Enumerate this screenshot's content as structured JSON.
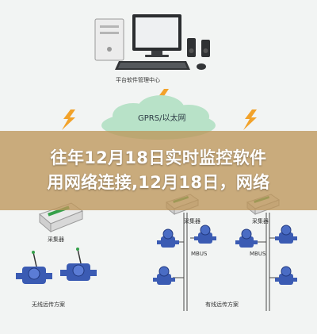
{
  "diagram": {
    "center_label": "平台软件管理中心",
    "cloud_label": "GPRS/以太网",
    "left_collector_label": "采集器",
    "right_collector_label_a": "采集器",
    "right_collector_label_b": "采集器",
    "mbus_label_a": "MBUS",
    "mbus_label_b": "MBUS",
    "wireless_scheme_label": "无线远传方案",
    "wired_scheme_label": "有线远传方案"
  },
  "banner": {
    "line1": "往年12月18日实时监控软件",
    "line2": "用网络连接,12月18日，网络"
  },
  "colors": {
    "lightning": "#f2a22a",
    "cloud": "#b8e2c8",
    "meter_body": "#3b5bb3",
    "banner_overlay": "#be965a"
  }
}
